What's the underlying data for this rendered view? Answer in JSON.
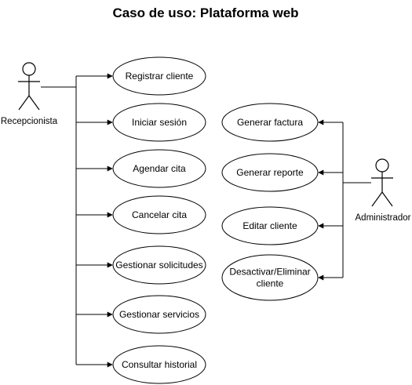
{
  "title": "Caso de uso: Plataforma web",
  "actors": {
    "left": "Recepcionista",
    "right": "Administrador"
  },
  "left_use_cases": [
    [
      "Registrar cliente"
    ],
    [
      "Iniciar sesión"
    ],
    [
      "Agendar cita"
    ],
    [
      "Cancelar cita"
    ],
    [
      "Gestionar solicitudes"
    ],
    [
      "Gestionar servicios"
    ],
    [
      "Consultar historial"
    ]
  ],
  "right_use_cases": [
    [
      "Generar factura"
    ],
    [
      "Generar reporte"
    ],
    [
      "Editar cliente"
    ],
    [
      "Desactivar/Eliminar",
      "cliente"
    ]
  ]
}
